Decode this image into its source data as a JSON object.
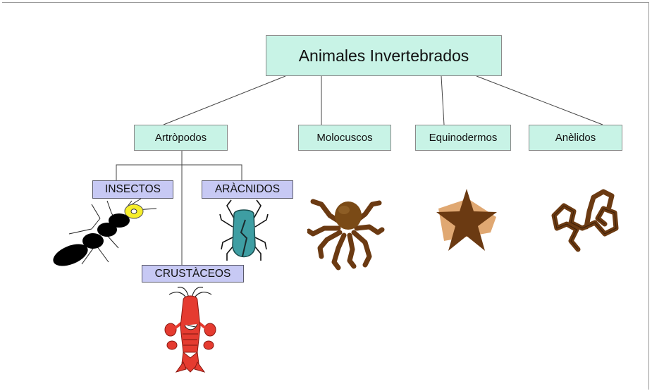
{
  "diagram": {
    "root": {
      "label": "Animales Invertebrados"
    },
    "groups": {
      "artropodos": "Artròpodos",
      "moluscos": "Molocuscos",
      "equinodermos": "Equinodermos",
      "anelidos": "Anèlidos"
    },
    "subgroups": {
      "insectos": "INSECTOS",
      "aracnidos": "ARÀCNIDOS",
      "crustaceos": "CRUSTÀCEOS"
    },
    "illustrations": [
      "ant-icon",
      "spider-icon",
      "octopus-icon",
      "starfish-icon",
      "worm-icon",
      "lobster-icon"
    ],
    "colors": {
      "group_fill": "#c8f3e6",
      "subgroup_fill": "#c7c9f4",
      "brown": "#6b3a12",
      "teal": "#3e9ea3",
      "red": "#e53b30"
    }
  }
}
